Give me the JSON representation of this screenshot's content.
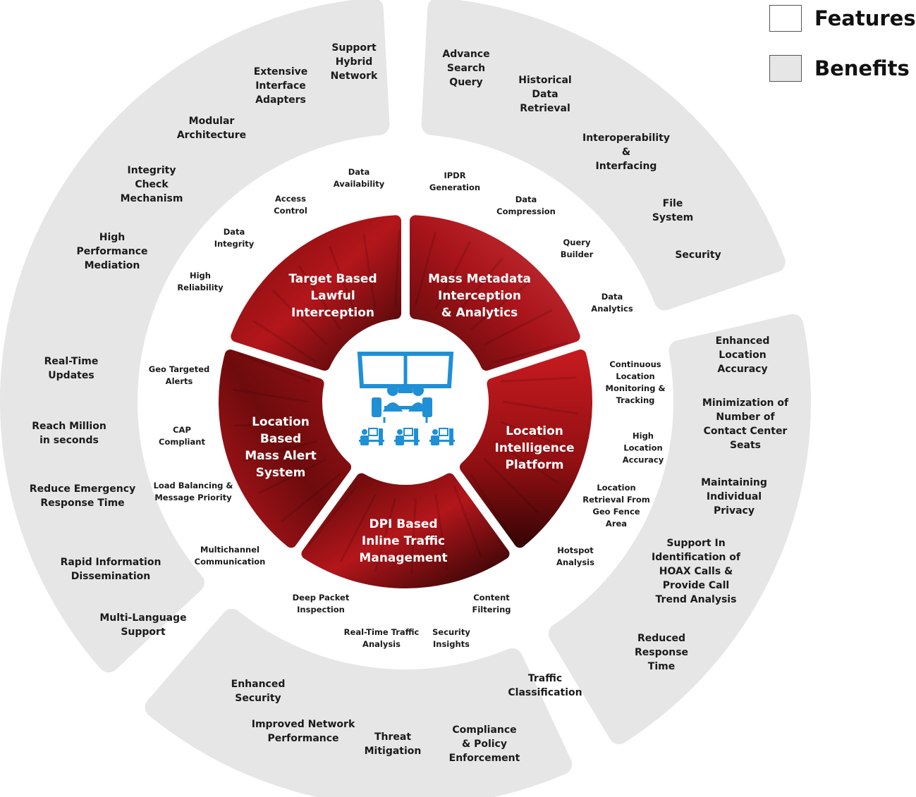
{
  "legend": {
    "features_label": "Features",
    "benefits_label": "Benefits",
    "features_color": "#ffffff",
    "benefits_color": "#e6e6e6"
  },
  "colors": {
    "outer_band": "#e6e6e6",
    "segment_red": "#b3161b",
    "segment_dark": "#4a0808",
    "center_icon": "#1f8fd6"
  },
  "center": {
    "icon": "control-room-operators-icon"
  },
  "segments": [
    {
      "title": "Target Based\nLawful\nInterception",
      "features": [
        "Data\nAvailability",
        "Access\nControl",
        "Data\nIntegrity",
        "High\nReliability"
      ],
      "benefits": [
        "Support\nHybrid\nNetwork",
        "Extensive\nInterface\nAdapters",
        "Modular\nArchitecture",
        "Integrity\nCheck\nMechanism",
        "High\nPerformance\nMediation"
      ]
    },
    {
      "title": "Mass Metadata\nInterception\n& Analytics",
      "features": [
        "IPDR\nGeneration",
        "Data\nCompression",
        "Query\nBuilder",
        "Data\nAnalytics"
      ],
      "benefits": [
        "Advance\nSearch\nQuery",
        "Historical\nData\nRetrieval",
        "Interoperability\n&\nInterfacing",
        "File\nSystem",
        "Security"
      ]
    },
    {
      "title": "Location\nIntelligence\nPlatform",
      "features": [
        "Continuous\nLocation\nMonitoring &\nTracking",
        "High\nLocation\nAccuracy",
        "Location\nRetrieval From\nGeo Fence\nArea",
        "Hotspot\nAnalysis"
      ],
      "benefits": [
        "Enhanced\nLocation\nAccuracy",
        "Minimization of\nNumber of\nContact Center\nSeats",
        "Maintaining\nIndividual\nPrivacy",
        "Support In\nIdentification of\nHOAX Calls &\nProvide Call\nTrend Analysis",
        "Reduced\nResponse\nTime"
      ]
    },
    {
      "title": "DPI Based\nInline Traffic\nManagement",
      "features": [
        "Content\nFiltering",
        "Security\nInsights",
        "Real-Time Traffic\nAnalysis",
        "Deep Packet\nInspection"
      ],
      "benefits": [
        "Traffic\nClassification",
        "Compliance\n& Policy\nEnforcement",
        "Threat\nMitigation",
        "Improved Network\nPerformance",
        "Enhanced\nSecurity"
      ]
    },
    {
      "title": "Location\nBased\nMass Alert\nSystem",
      "features": [
        "Multichannel\nCommunication",
        "Load Balancing &\nMessage Priority",
        "CAP\nCompliant",
        "Geo Targeted\nAlerts"
      ],
      "benefits": [
        "Multi-Language\nSupport",
        "Rapid Information\nDissemination",
        "Reduce Emergency\nResponse Time",
        "Reach Million\nin seconds",
        "Real-Time\nUpdates"
      ]
    }
  ]
}
